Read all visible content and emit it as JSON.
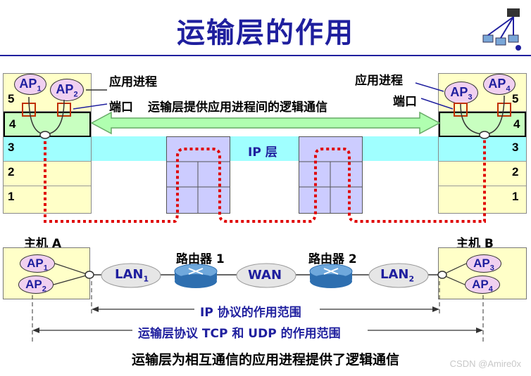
{
  "title": "运输层的作用",
  "labels": {
    "app_process_left": "应用进程",
    "app_process_right": "应用进程",
    "port_left": "端口",
    "port_right": "端口",
    "transport_comm": "运输层提供应用进程间的逻辑通信",
    "ip_layer": "IP 层",
    "host_a": "主机 A",
    "host_b": "主机 B",
    "router1": "路由器 1",
    "router2": "路由器 2",
    "lan1": "LAN",
    "lan1_sub": "1",
    "wan": "WAN",
    "lan2": "LAN",
    "lan2_sub": "2",
    "ip_scope": "IP 协议的作用范围",
    "transport_scope": "运输层协议 TCP 和 UDP 的作用范围",
    "bottom": "运输层为相互通信的应用进程提供了逻辑通信",
    "watermark": "CSDN @Amire0x"
  },
  "layers": [
    "5",
    "4",
    "3",
    "2",
    "1"
  ],
  "aps": {
    "ap": "AP",
    "ap1": "1",
    "ap2": "2",
    "ap3": "3",
    "ap4": "4"
  },
  "colors": {
    "title": "#1f1f9e",
    "layer5_app": "#ffffc8",
    "layer4_transport": "#c8ffc0",
    "layer3_ip": "#a0ffff",
    "lower_layers": "#ffffc8",
    "router_box": "#ccccff",
    "path_dotted": "#e00000",
    "arrow_green": "#b0ffb0",
    "ap_oval": "#f0d0f0"
  }
}
